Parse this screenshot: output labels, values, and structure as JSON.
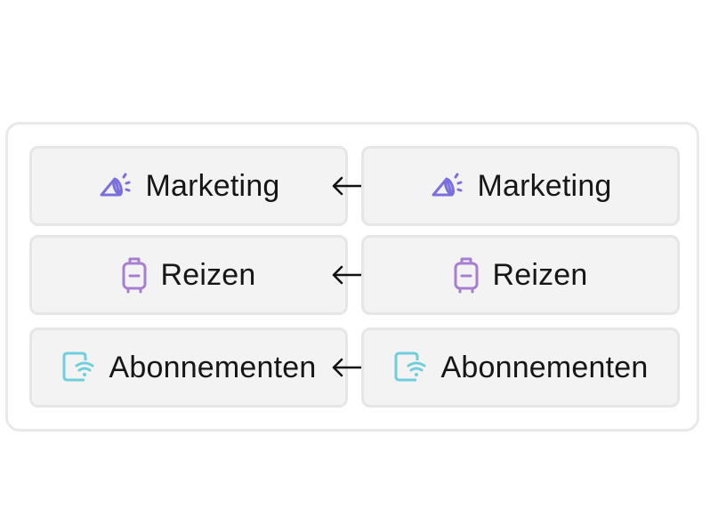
{
  "mappings": [
    {
      "left": {
        "label": "Marketing",
        "icon": "megaphone-icon",
        "color": "#7b6fde"
      },
      "right": {
        "label": "Marketing",
        "icon": "megaphone-icon",
        "color": "#7b6fde"
      },
      "connector": "bidirectional-arrow-icon"
    },
    {
      "left": {
        "label": "Reizen",
        "icon": "suitcase-icon",
        "color": "#a77fd0"
      },
      "right": {
        "label": "Reizen",
        "icon": "suitcase-icon",
        "color": "#a77fd0"
      },
      "connector": "bidirectional-arrow-icon"
    },
    {
      "left": {
        "label": "Abonnementen",
        "icon": "subscription-wifi-icon",
        "color": "#6fcfdc"
      },
      "right": {
        "label": "Abonnementen",
        "icon": "subscription-wifi-icon",
        "color": "#6fcfdc"
      },
      "connector": "bidirectional-arrow-icon"
    }
  ],
  "colors": {
    "panel_border": "#e9e9e9",
    "card_background": "#f3f3f3",
    "card_border": "#e6e6e6",
    "arrow": "#111111"
  }
}
